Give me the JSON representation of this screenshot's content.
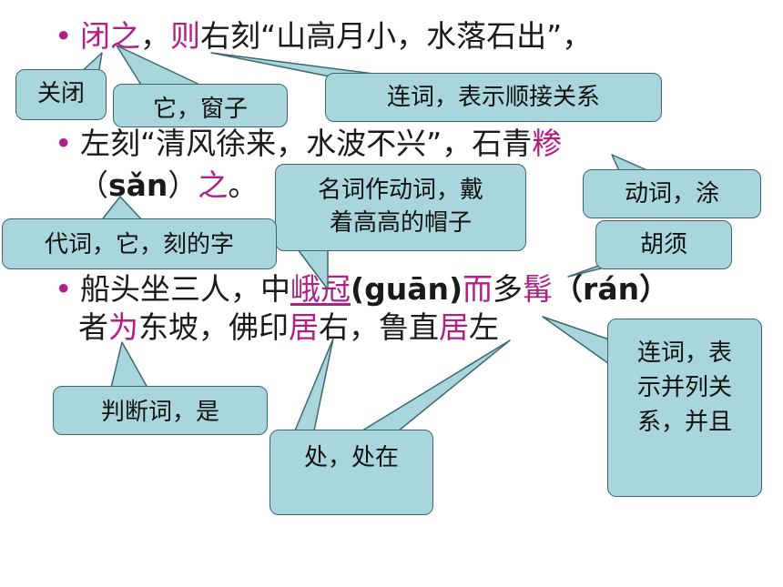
{
  "line1": {
    "bullet": "•",
    "w_bi": "闭",
    "w_zhi": "之",
    "p_comma": "，",
    "w_ze": "则",
    "rest": "右刻“山高月小，水落石出”，"
  },
  "line2": {
    "bullet": "•",
    "pre": "左刻“清风徐来，水波不兴”，石青",
    "w_san": "糁"
  },
  "line3": {
    "paren_open": "（",
    "pinyin": "sǎn",
    "paren_close": "）",
    "w_zhi": "之",
    "end": "。"
  },
  "line4": {
    "bullet": "•",
    "pre": "船头坐三人，中",
    "w_eguan": "峨冠",
    "pinyin": "(guān)",
    "w_er": "而",
    "mid": "多",
    "w_ran": "髯",
    "pinyin2": "（rán）"
  },
  "line5": {
    "pre": "者",
    "w_wei": "为",
    "mid": "东坡，佛印",
    "w_ju1": "居",
    "mid2": "右，鲁直",
    "w_ju2": "居",
    "end": "左"
  },
  "notes": {
    "guanbi": "关闭",
    "ta_chuangzi": "它，窗子",
    "lianci_shunjie": "连词，表示顺接关系",
    "dongci_tu": "动词，涂",
    "mingci": "名词作动词，戴着高高的帽子",
    "mingci_l1": "名词作动词，戴",
    "mingci_l2": "着高高的帽子",
    "daici": "代词，它，刻的字",
    "huxu": "胡须",
    "lianci_binglie_l1": "连词，表",
    "lianci_binglie_l2": "示并列关",
    "lianci_binglie_l3": "系，并且",
    "panduanci": "判断词，是",
    "chu": "处，处在"
  },
  "colors": {
    "highlight": "#b01e86",
    "callout_fill": "#a9d6dc",
    "callout_border": "#3c6770",
    "text": "#1a1a1a"
  }
}
